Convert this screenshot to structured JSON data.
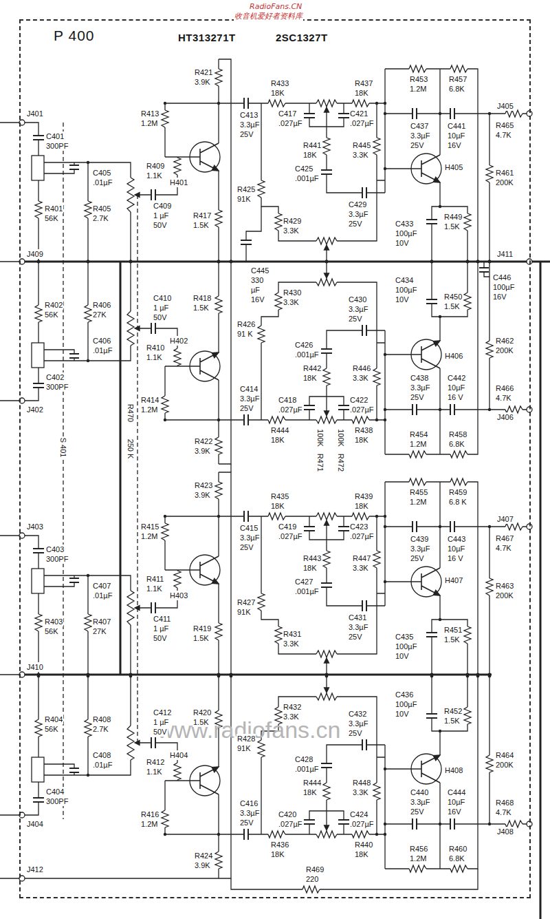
{
  "diagram": {
    "nodes": [
      {
        "text": [
          "P 400"
        ]
      }
    ],
    "labels": [
      "RadioFans.CN",
      "收音机爱好者资料库",
      "HT313271T",
      "2SC1327T",
      "J401",
      "C401",
      "300PF",
      "C405",
      ".01µF",
      "R401",
      "56K",
      "R405",
      "2.7K",
      "R409",
      "1.1K",
      "R413",
      "1.2M",
      "R417",
      "1.5K",
      "R421",
      "3.9K",
      "C409",
      "1 µF",
      "50V",
      "H401",
      "C413",
      "3.3µF",
      "25V",
      "C417",
      ".027µF",
      "C421",
      ".027µF",
      "R433",
      "18K",
      "R437",
      "18K",
      "R441",
      "18K",
      "R445",
      "3.3K",
      "C425",
      ".001µF",
      "R425",
      "91K",
      "C429",
      "3.3µF",
      "25V",
      "R429",
      "3.3K",
      "R453",
      "1.2M",
      "R457",
      "6.8K",
      "C437",
      "3.3µF",
      "25V",
      "C441",
      "10µF",
      "16V",
      "H405",
      "R449",
      "1.5K",
      "C433",
      "100µF",
      "10V",
      "R461",
      "200K",
      "R465",
      "4.7K",
      "J405",
      "J402",
      "C402",
      "300PF",
      "C406",
      ".01µF",
      "R402",
      "56K",
      "R406",
      "27K",
      "R410",
      "1.1K",
      "R414",
      "1.2M",
      "R418",
      "1.5K",
      "R422",
      "3.9K",
      "C410",
      "1 µF",
      "50V",
      "H402",
      "C414",
      "3.3µF",
      "25V",
      "C418",
      ".027µF",
      "C422",
      ".027µF",
      "R444",
      "18K",
      "R438",
      "18K",
      "R442",
      "18K",
      "R446",
      "3.3K",
      "C426",
      ".001µF",
      "R426",
      "91 K",
      "C430",
      "3.3µF",
      "25V",
      "R430",
      "3.3K",
      "R454",
      "1.2M",
      "R458",
      "6.8K",
      "C438",
      "3.3µF",
      "25V",
      "C442",
      "10µF",
      "16 V",
      "H406",
      "R450",
      "1.5K",
      "C434",
      "100µF",
      "10V",
      "R462",
      "200K",
      "R466",
      "4.7K",
      "J406",
      "J403",
      "C403",
      "300PF",
      "C407",
      ".01µF",
      "R403",
      "56K",
      "R407",
      "27K",
      "R411",
      "1.1K",
      "R415",
      "1.2M",
      "R419",
      "1.5K",
      "R423",
      "3.9K",
      "C411",
      "1 µF",
      "50V",
      "H403",
      "C415",
      "3.3µF",
      "25V",
      "C419",
      ".027µF",
      "C423",
      ".027µF",
      "R435",
      "18K",
      "R439",
      "18K",
      "R443",
      "18K",
      "R447",
      "3.3K",
      "C427",
      ".001µF",
      "R427",
      "91K",
      "C431",
      "3.3µF",
      "25V",
      "R431",
      "3.3K",
      "R455",
      "1.2M",
      "R459",
      "6.8 K",
      "C439",
      "3.3µF",
      "25V",
      "C443",
      "10µF",
      "16 V",
      "H407",
      "R451",
      "1.5K",
      "C435",
      "100µF",
      "10V",
      "R463",
      "200K",
      "R467",
      "4.7K",
      "J407",
      "J404",
      "C404",
      "300PF",
      "C408",
      ".01µF",
      "R404",
      "56K",
      "R408",
      "2.7K",
      "R412",
      "1.1K",
      "R416",
      "1.2M",
      "R420",
      "1.5K",
      "R424",
      "3.9K",
      "C412",
      "1 µF",
      "50V",
      "H404",
      "C416",
      "3.3µF",
      "25V",
      "C420",
      ".027µF",
      "C424",
      ".027µF",
      "R436",
      "18K",
      "R440",
      "18K",
      "R444",
      "18K",
      "R448",
      "3.3K",
      "C428",
      ".001µF",
      "R428",
      "91K",
      "C432",
      "3.3µF",
      "25V",
      "R432",
      "3.3K",
      "R456",
      "1.2M",
      "R460",
      "6.8K",
      "C440",
      "3.3µF",
      "25V",
      "C444",
      "10µF",
      "16V",
      "H408",
      "R452",
      "1.5K",
      "C436",
      "100µF",
      "10V",
      "R464",
      "200K",
      "R468",
      "4.7K",
      "J408",
      "J409",
      "J410",
      "J411",
      "J412",
      "C445",
      "330",
      "µF",
      "16V",
      "C446",
      "100µF",
      "16V",
      "R469",
      "220",
      "S 401",
      "R470",
      "250 K",
      "100K",
      "R471",
      "100K",
      "R472",
      "www.radiofans.cn"
    ]
  }
}
